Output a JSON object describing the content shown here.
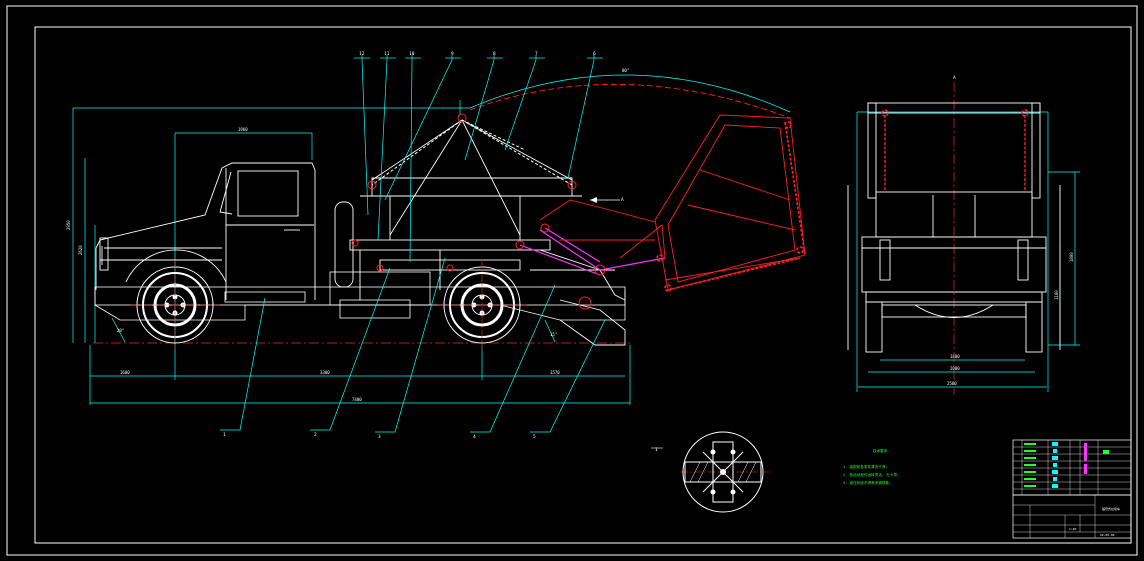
{
  "colors": {
    "background": "#000000",
    "outline": "#ffffff",
    "dimension": "#00ffff",
    "centerline": "#ff2020",
    "motion": "#ff2020",
    "hydraulic": "#ff33ff",
    "notes": "#22ff22"
  },
  "views": {
    "side": "side-elevation",
    "rear": "rear-elevation",
    "detail": "hub-detail"
  },
  "leaders": {
    "top": [
      "12",
      "11",
      "10",
      "9",
      "8",
      "7",
      "6"
    ],
    "bottom": [
      "1",
      "2",
      "3",
      "4",
      "5"
    ]
  },
  "rear_section": {
    "label": "A"
  },
  "section_arrow": {
    "label": "A"
  },
  "detail_mark": {
    "label": "1"
  },
  "notes": {
    "title": "技术要求",
    "lines": [
      "1. 装配前各零件清洗干净;",
      "2. 各运动部件运转灵活, 无卡滞;",
      "3. 液压系统不得有渗漏现象。"
    ]
  },
  "title_block": {
    "drawing_name": "摆臂式垃圾车",
    "drawing_number": "XZ-00-00",
    "scale": "1:20"
  }
}
